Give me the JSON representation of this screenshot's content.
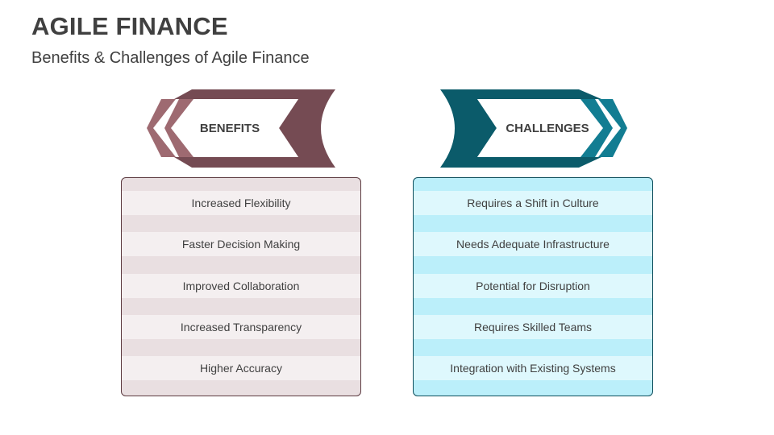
{
  "header": {
    "title": "AGILE FINANCE",
    "subtitle": "Benefits & Challenges of Agile Finance"
  },
  "benefits": {
    "label": "BENEFITS",
    "color": "#754b53",
    "chevron_color": "#9e6a71",
    "items": [
      "Increased Flexibility",
      "Faster Decision Making",
      "Improved Collaboration",
      "Increased Transparency",
      "Higher Accuracy"
    ]
  },
  "challenges": {
    "label": "CHALLENGES",
    "color": "#0b5b6a",
    "chevron_color": "#127d92",
    "items": [
      "Requires a Shift in Culture",
      "Needs Adequate Infrastructure",
      "Potential for Disruption",
      "Requires Skilled Teams",
      "Integration with Existing Systems"
    ]
  }
}
